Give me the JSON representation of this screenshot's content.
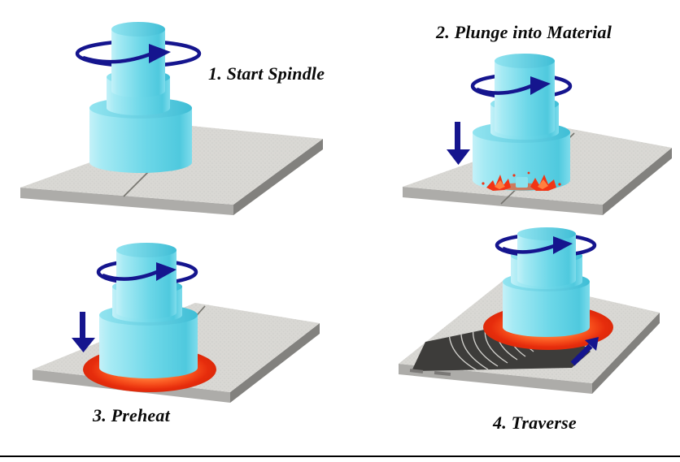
{
  "diagram": {
    "steps": [
      {
        "label": "1. Start Spindle"
      },
      {
        "label": "2. Plunge into Material"
      },
      {
        "label": "3. Preheat"
      },
      {
        "label": "4. Traverse"
      }
    ],
    "icons": [
      "rotation-arrow-icon",
      "plunge-arrow-icon",
      "traverse-arrow-icon"
    ],
    "colors": {
      "tool_cyan": "#7ddcec",
      "arrow_navy": "#15158e",
      "plate_gray": "#d9d8d4",
      "heat_red": "#e83212",
      "heat_orange": "#ff8c50",
      "spark_red": "#f23414",
      "weld_track_dark": "#3d3c3a",
      "label_text": "#0a0a0a",
      "background": "#ffffff",
      "bottom_rule": "#000000"
    }
  }
}
